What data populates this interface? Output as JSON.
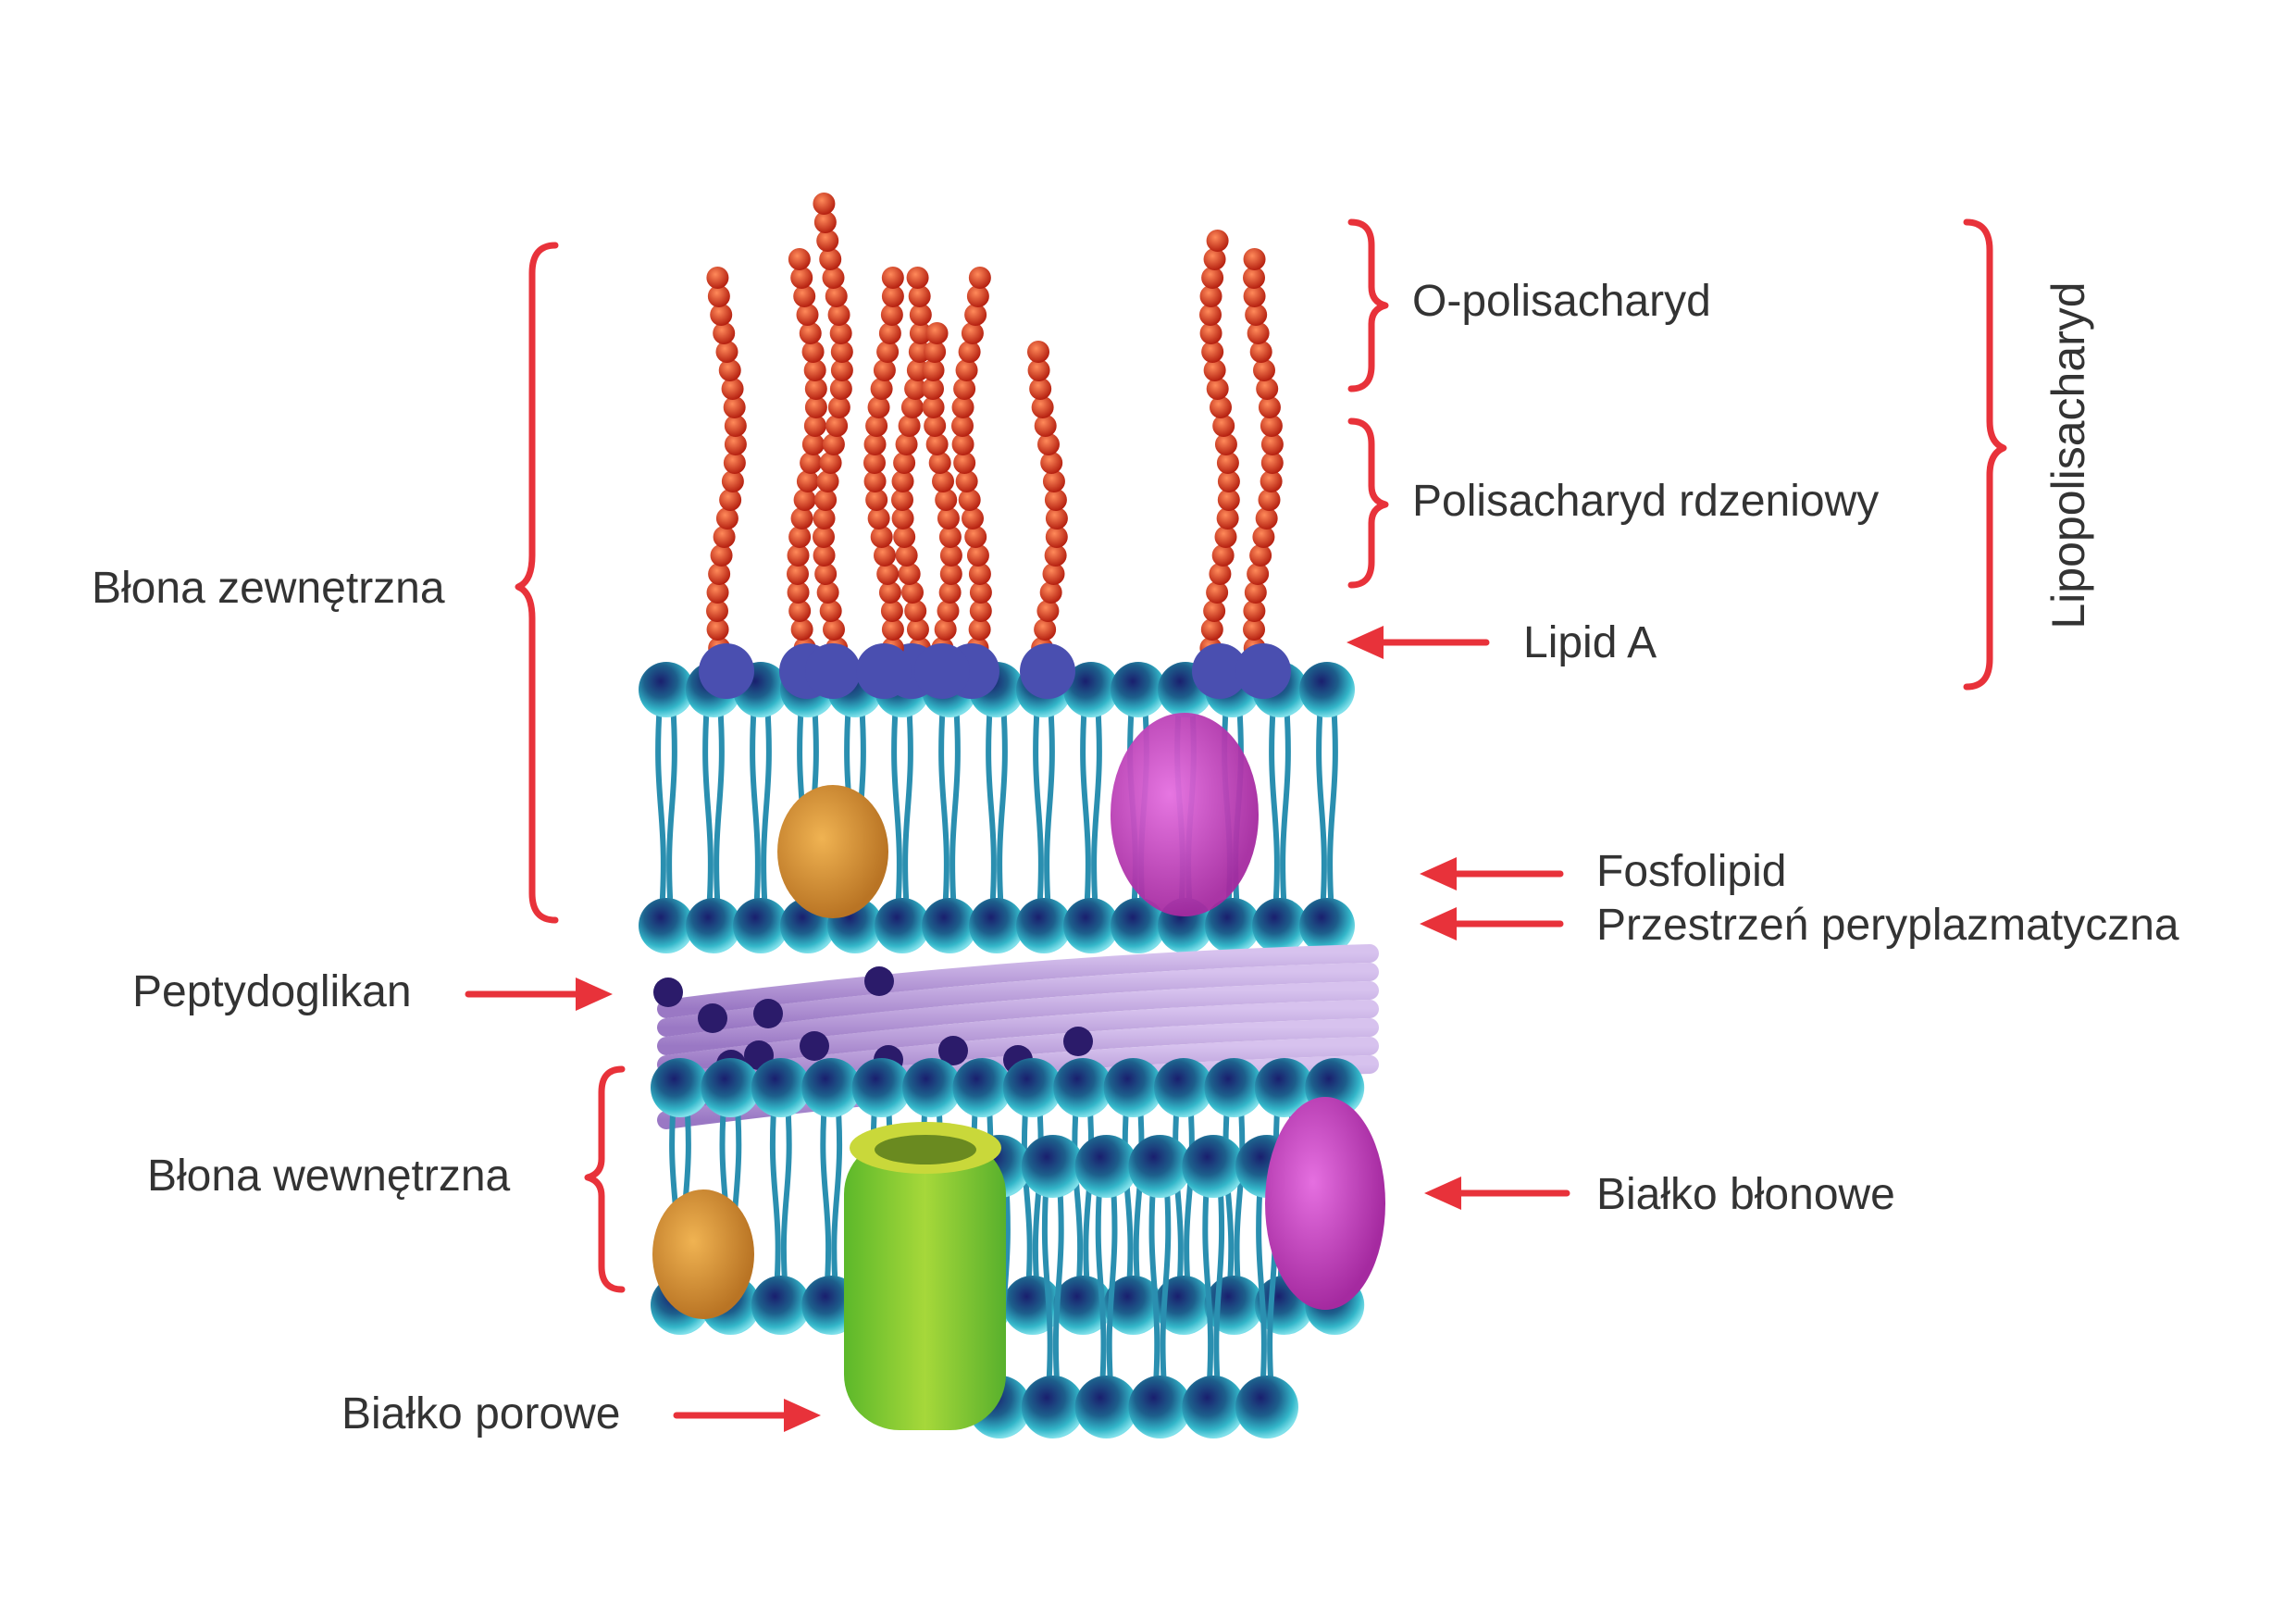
{
  "title": "Budowa ściany komórkowej bakterii Gram-ujemnej",
  "labels": {
    "outer_membrane": "Błona zewnętrzna",
    "o_polysaccharide": "O-polisacharyd",
    "core_polysaccharide": "Polisacharyd rdzeniowy",
    "lipid_a": "Lipid A",
    "lipopolysaccharide": "Lipopolisacharyd",
    "phospholipid": "Fosfolipid",
    "periplasmic_space": "Przestrzeń peryplazmatyczna",
    "peptidoglycan": "Peptydoglikan",
    "inner_membrane": "Błona wewnętrzna",
    "membrane_protein": "Białko błonowe",
    "porin": "Białko porowe"
  },
  "colors": {
    "annotation": "#e8323a",
    "text": "#333333",
    "lipid_head": "#2fb3c9",
    "lps_chain": "#d9381e",
    "peptidoglycan": "#b79ad6",
    "porin": "#7cc43a",
    "membrane_protein": "#c43bb8",
    "orange_protein": "#d89a3a"
  }
}
